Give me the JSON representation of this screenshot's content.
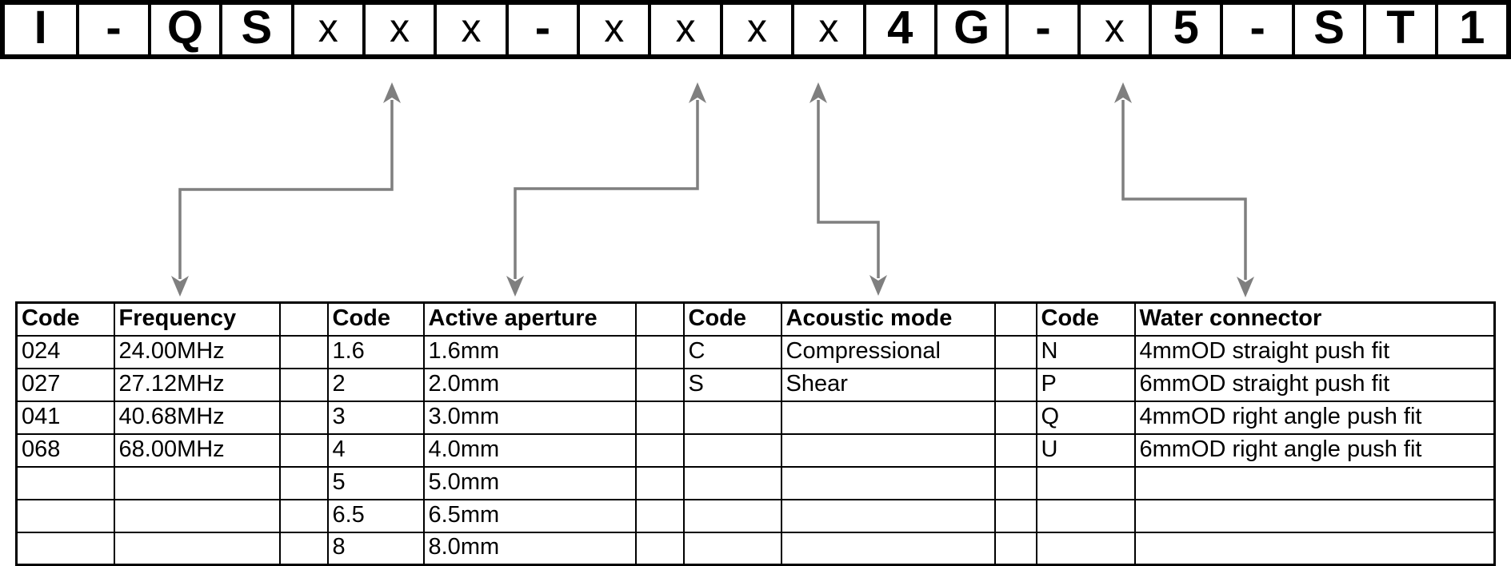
{
  "part_code": {
    "full": "I-QSxxx-xxxx4G-x5-ST1",
    "cells": [
      {
        "text": "I",
        "bold": true
      },
      {
        "text": "-",
        "bold": true
      },
      {
        "text": "Q",
        "bold": true
      },
      {
        "text": "S",
        "bold": true
      },
      {
        "text": "x",
        "bold": false
      },
      {
        "text": "x",
        "bold": false
      },
      {
        "text": "x",
        "bold": false
      },
      {
        "text": "-",
        "bold": true
      },
      {
        "text": "x",
        "bold": false
      },
      {
        "text": "x",
        "bold": false
      },
      {
        "text": "x",
        "bold": false
      },
      {
        "text": "x",
        "bold": false
      },
      {
        "text": "4",
        "bold": true
      },
      {
        "text": "G",
        "bold": true
      },
      {
        "text": "-",
        "bold": true
      },
      {
        "text": "x",
        "bold": false
      },
      {
        "text": "5",
        "bold": true
      },
      {
        "text": "-",
        "bold": true
      },
      {
        "text": "S",
        "bold": true
      },
      {
        "text": "T",
        "bold": true
      },
      {
        "text": "1",
        "bold": true
      }
    ]
  },
  "connectors": [
    {
      "label": "frequency",
      "points_to_cell": 6
    },
    {
      "label": "active-aperture",
      "points_to_cell": 10
    },
    {
      "label": "acoustic-mode",
      "points_to_cell": 12
    },
    {
      "label": "water-connector",
      "points_to_cell": 16
    }
  ],
  "tables": [
    {
      "name": "frequency",
      "headers": [
        "Code",
        "Frequency"
      ],
      "rows": [
        [
          "024",
          "24.00MHz"
        ],
        [
          "027",
          "27.12MHz"
        ],
        [
          "041",
          "40.68MHz"
        ],
        [
          "068",
          "68.00MHz"
        ]
      ]
    },
    {
      "name": "active-aperture",
      "headers": [
        "Code",
        "Active aperture"
      ],
      "rows": [
        [
          "1.6",
          "1.6mm"
        ],
        [
          "2",
          "2.0mm"
        ],
        [
          "3",
          "3.0mm"
        ],
        [
          "4",
          "4.0mm"
        ],
        [
          "5",
          "5.0mm"
        ],
        [
          "6.5",
          "6.5mm"
        ],
        [
          "8",
          "8.0mm"
        ]
      ]
    },
    {
      "name": "acoustic-mode",
      "headers": [
        "Code",
        "Acoustic mode"
      ],
      "rows": [
        [
          "C",
          "Compressional"
        ],
        [
          "S",
          "Shear"
        ]
      ]
    },
    {
      "name": "water-connector",
      "headers": [
        "Code",
        "Water connector"
      ],
      "rows": [
        [
          "N",
          "4mmOD straight push fit"
        ],
        [
          "P",
          "6mmOD straight push fit"
        ],
        [
          "Q",
          "4mmOD right angle push fit"
        ],
        [
          "U",
          "6mmOD right angle push fit"
        ]
      ]
    }
  ],
  "colors": {
    "arrow": "#7f7f7f",
    "text": "#000000",
    "border": "#000000",
    "background": "#ffffff"
  }
}
